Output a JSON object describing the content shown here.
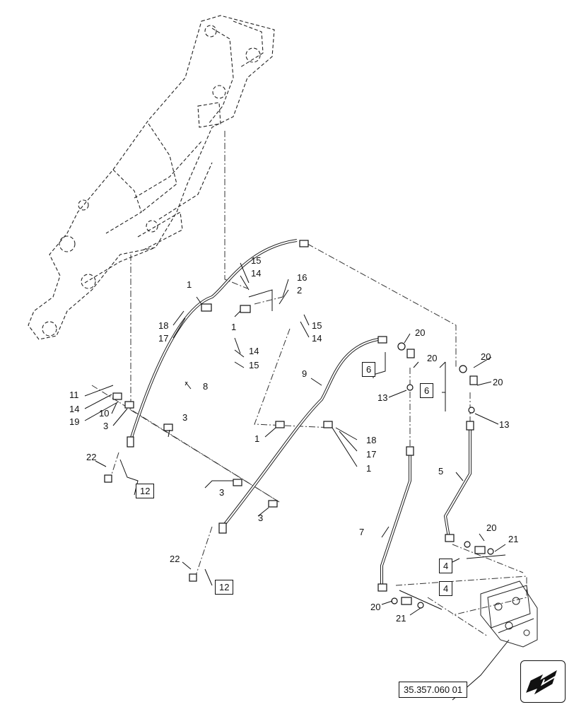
{
  "callouts": {
    "n1a": "1",
    "n1b": "1",
    "n1c": "1",
    "n1d": "1",
    "n2": "2",
    "n3a": "3",
    "n3b": "3",
    "n3c": "3",
    "n3d": "3",
    "n5": "5",
    "n7": "7",
    "n8": "8",
    "n9": "9",
    "n10": "10",
    "n11": "11",
    "n13a": "13",
    "n13b": "13",
    "n14a": "14",
    "n14b": "14",
    "n14c": "14",
    "n14d": "14",
    "n15a": "15",
    "n15b": "15",
    "n15c": "15",
    "n16": "16",
    "n17a": "17",
    "n17b": "17",
    "n18a": "18",
    "n18b": "18",
    "n19": "19",
    "n20a": "20",
    "n20b": "20",
    "n20c": "20",
    "n20d": "20",
    "n20e": "20",
    "n20f": "20",
    "n21a": "21",
    "n21b": "21",
    "n22a": "22",
    "n22b": "22"
  },
  "boxed_callouts": {
    "b4a": "4",
    "b4b": "4",
    "b6a": "6",
    "b6b": "6",
    "b12a": "12",
    "b12b": "12"
  },
  "reference": "35.357.060 01",
  "icons": {
    "nav": "arrow-down-left-icon"
  }
}
